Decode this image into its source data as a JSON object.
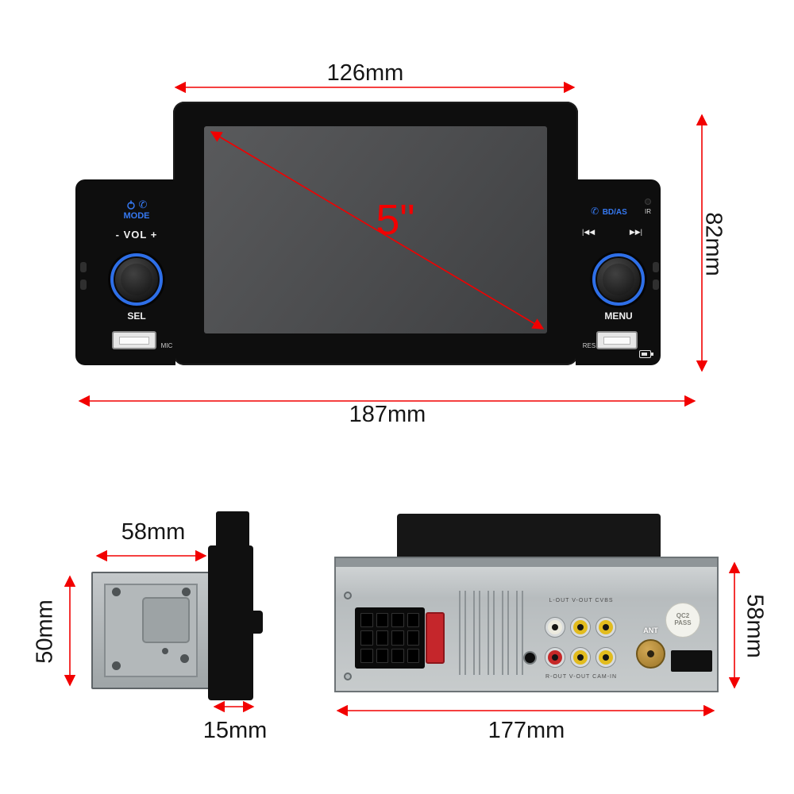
{
  "colors": {
    "dimension_red": "#f20000",
    "accent_blue": "#3578f0",
    "rca_top": [
      "#eceade",
      "#e2bc1e",
      "#e2bc1e"
    ],
    "rca_bottom": [
      "#c62828",
      "#e2bc1e",
      "#e2bc1e"
    ]
  },
  "product": {
    "front": {
      "dim_top": "126mm",
      "dim_bottom": "187mm",
      "dim_height": "82mm",
      "screen_size": "5\"",
      "left": {
        "phone_icon": "✆",
        "mode": "MODE",
        "vol": "- VOL +",
        "sel": "SEL",
        "mic": "MIC"
      },
      "right": {
        "phone_icon": "✆",
        "bdas": "BD/AS",
        "ir": "IR",
        "prev_icon": "|◀◀",
        "next_icon": "▶▶|",
        "menu": "MENU",
        "res": "RES"
      }
    },
    "side": {
      "dim_width": "58mm",
      "dim_height": "50mm",
      "dim_panel_depth": "15mm"
    },
    "rear": {
      "dim_width": "177mm",
      "dim_height": "58mm",
      "ant": "ANT",
      "qc_line1": "QC2",
      "qc_line2": "PASS",
      "jacks_top": "L-OUT V-OUT CVBS",
      "jacks_bottom": "R-OUT V-OUT CAM-IN"
    }
  }
}
